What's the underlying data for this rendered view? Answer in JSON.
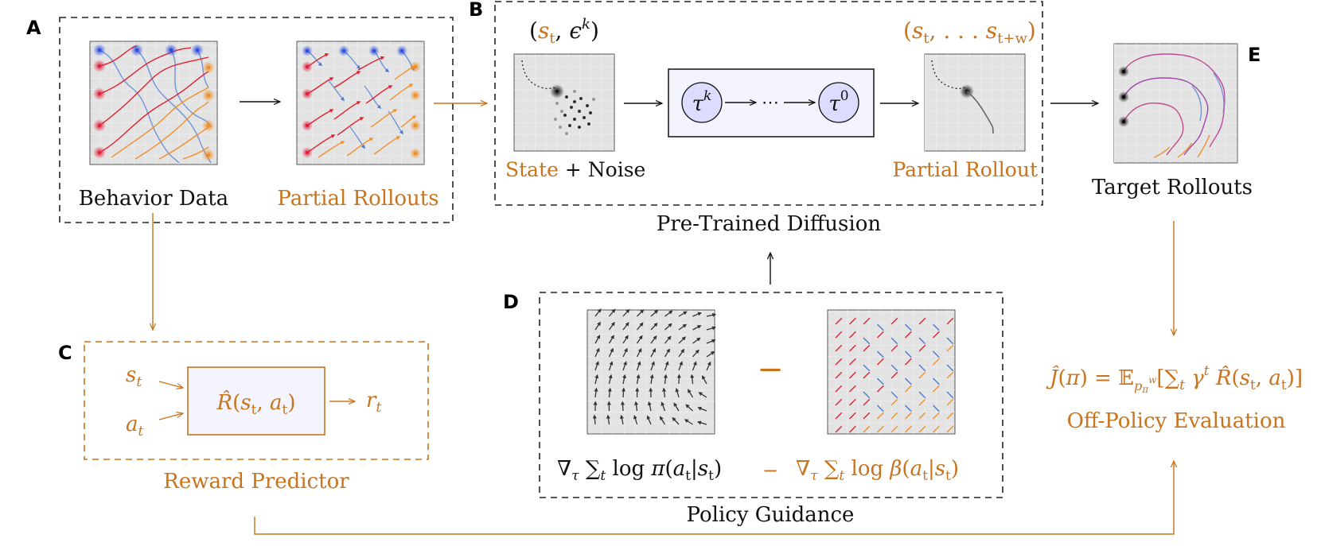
{
  "colors": {
    "orange": "#c9731c",
    "black": "#111111",
    "panel_bg": "#e3e3e3",
    "grid": "#f2f2f2",
    "red": "#e02030",
    "blue": "#4a78d6",
    "box_fill": "#f4f4ff",
    "circle_fill": "#dcdcff"
  },
  "panels": {
    "A": {
      "letter": "A",
      "left_caption": "Behavior Data",
      "right_caption": "Partial Rollouts"
    },
    "B": {
      "letter": "B",
      "input_label": "(s_t, ε^k)",
      "output_label": "(s_t, … s_{t+w})",
      "state_word": "State",
      "plus_noise": "+ Noise",
      "partial_caption": "Partial Rollout",
      "tau_start": "τ^k",
      "tau_end": "τ^0",
      "chain_dots": "⋯",
      "title": "Pre-Trained Diffusion"
    },
    "C": {
      "letter": "C",
      "state_input": "s_t",
      "action_input": "a_t",
      "model": "R̂(s_t, a_t)",
      "output": "r_t",
      "title": "Reward Predictor"
    },
    "D": {
      "letter": "D",
      "left_formula": "∇_τ Σ_t log π(a_t|s_t)",
      "minus": "−",
      "right_formula": "∇_τ Σ_t log β(a_t|s_t)",
      "title": "Policy Guidance"
    },
    "E": {
      "letter": "E",
      "caption": "Target Rollouts"
    },
    "F": {
      "formula": "Ĵ(π) = E_{p_π^w}[Σ_t γ^t R̂(s_t, a_t)]",
      "title": "Off-Policy Evaluation"
    }
  }
}
